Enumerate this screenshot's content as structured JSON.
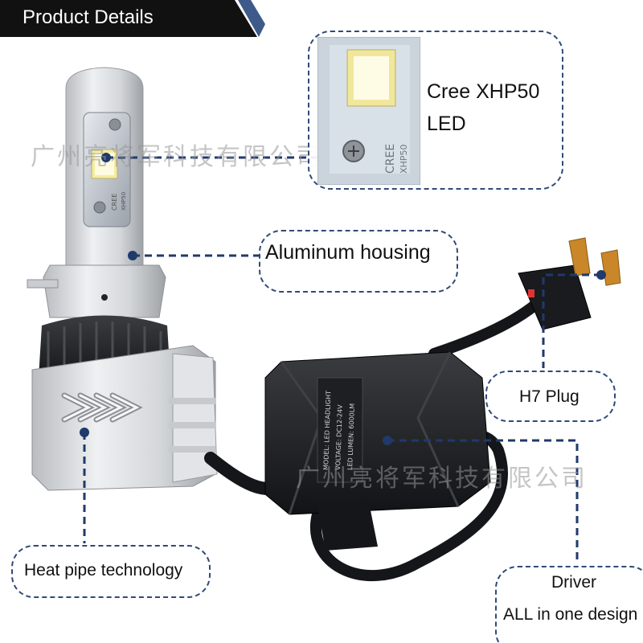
{
  "banner": {
    "title": "Product Details"
  },
  "callouts": {
    "led_line1": "Cree XHP50",
    "led_line2": "LED",
    "housing": "Aluminum housing",
    "plug": "H7 Plug",
    "heatpipe": "Heat pipe technology",
    "driver_line1": "Driver",
    "driver_line2": "ALL in one design"
  },
  "bulb_print": {
    "brand": "CREE",
    "model": "XHP50"
  },
  "driver_print": {
    "line1": "MODEL: LED HEADLIGHT",
    "line2": "VOLTAGE: DC12-24V",
    "line3": "LED LUMEN: 6000LM"
  },
  "watermark": {
    "text": "广州亮将军科技有限公司"
  },
  "colors": {
    "banner_bg": "#111111",
    "banner_accent": "#3d5a8a",
    "callout_border": "#2f4a78",
    "leader_line": "#1f3a6b"
  }
}
